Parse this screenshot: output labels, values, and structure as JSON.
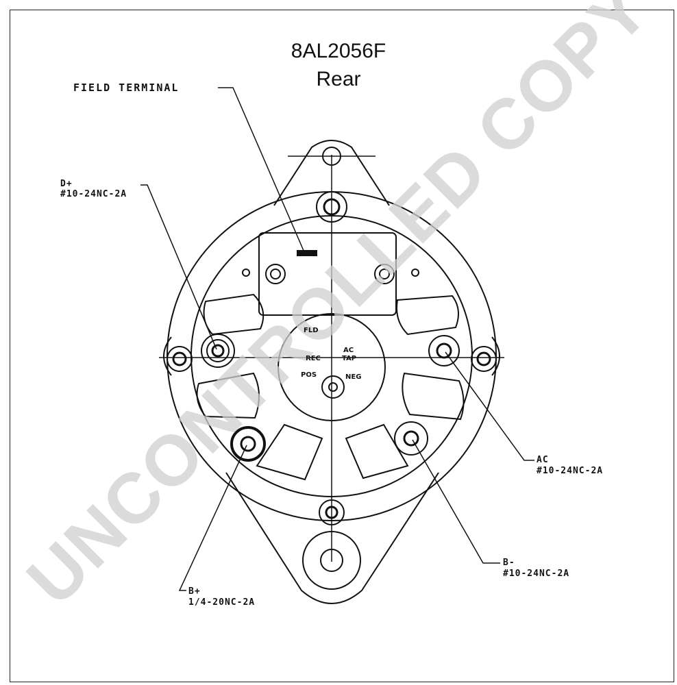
{
  "title": {
    "model": "8AL2056F",
    "view": "Rear"
  },
  "labels": {
    "field_terminal": "FIELD TERMINAL",
    "d_plus": {
      "name": "D+",
      "spec": "#10-24NC-2A"
    },
    "ac": {
      "name": "AC",
      "spec": "#10-24NC-2A"
    },
    "b_minus": {
      "name": "B-",
      "spec": "#10-24NC-2A"
    },
    "b_plus": {
      "name": "B+",
      "spec": "1/4-20NC-2A"
    }
  },
  "regulator_marks": {
    "fld": "FLD",
    "ac": "AC",
    "tap": "TAP",
    "rec": "REC",
    "pos": "POS",
    "neg": "NEG"
  },
  "watermark": "UNCONTROLLED COPY",
  "colors": {
    "line": "#111111",
    "watermark": "#cfcfcf"
  }
}
